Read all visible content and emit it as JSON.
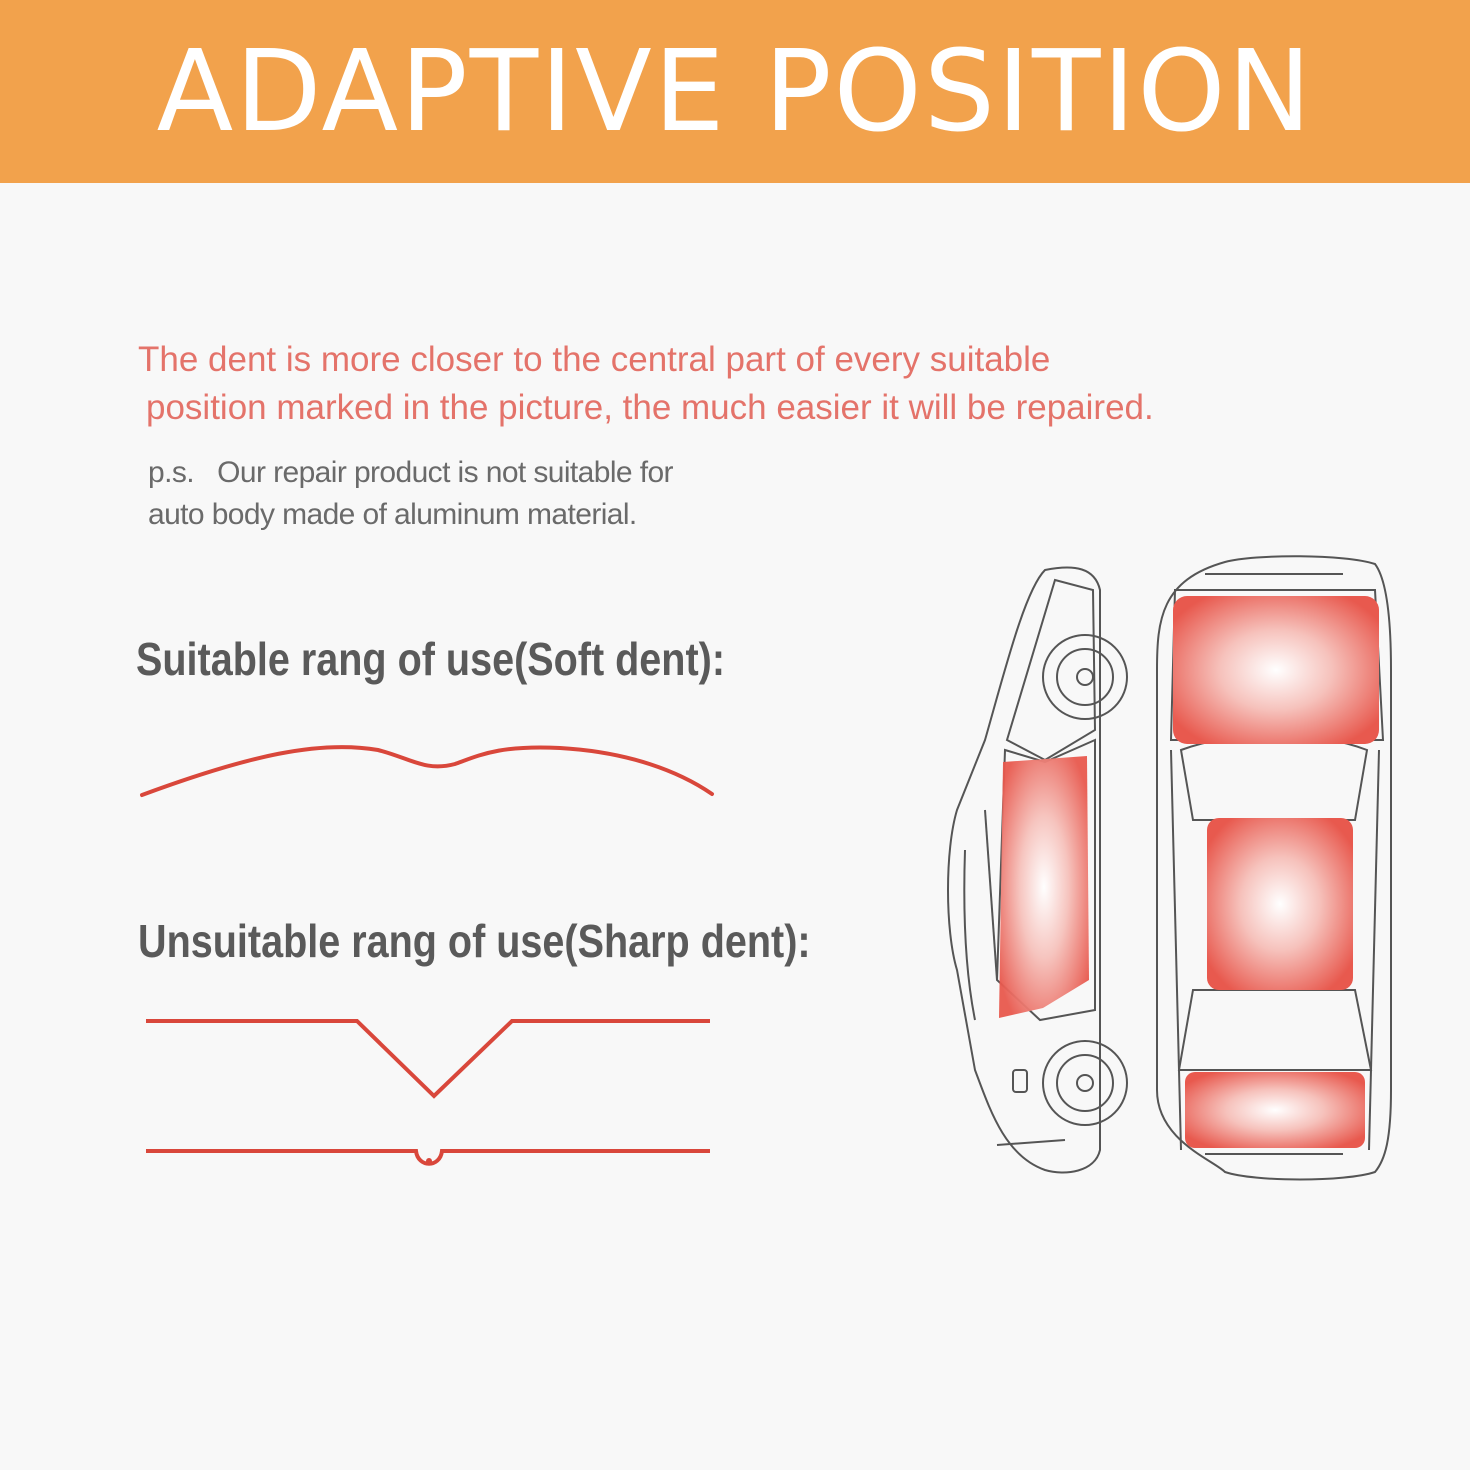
{
  "banner": {
    "title": "ADAPTIVE POSITION"
  },
  "intro": {
    "line1": "The dent is more closer to the central part of every suitable",
    "line2": "position marked in the picture, the much easier it will be repaired."
  },
  "note": {
    "line1": "p.s.   Our repair product is not suitable for",
    "line2": "auto body made of aluminum material."
  },
  "suitable": {
    "heading": "Suitable rang of use(Soft dent):"
  },
  "unsuitable": {
    "heading": "Unsuitable rang of use(Sharp dent):"
  },
  "colors": {
    "banner": "#f2a24c",
    "accent": "#e4736a",
    "line": "#d9473b",
    "highlight": "#e8594e"
  }
}
